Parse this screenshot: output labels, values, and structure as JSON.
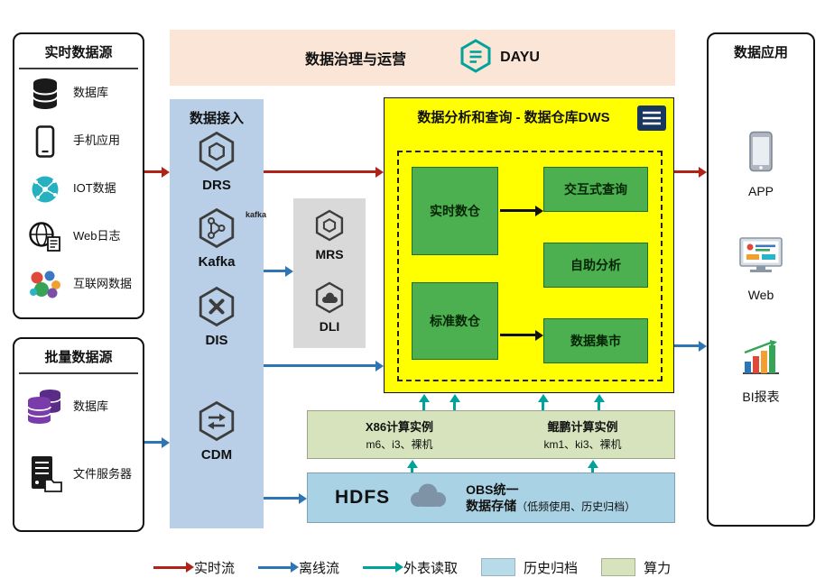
{
  "realtime_sources": {
    "title": "实时数据源",
    "items": [
      {
        "label": "数据库",
        "icon": "database-icon"
      },
      {
        "label": "手机应用",
        "icon": "phone-icon"
      },
      {
        "label": "IOT数据",
        "icon": "iot-icon"
      },
      {
        "label": "Web日志",
        "icon": "web-log-icon"
      },
      {
        "label": "互联网数据",
        "icon": "internet-data-icon"
      }
    ]
  },
  "batch_sources": {
    "title": "批量数据源",
    "items": [
      {
        "label": "数据库",
        "icon": "database-purple-icon"
      },
      {
        "label": "文件服务器",
        "icon": "file-server-icon"
      }
    ]
  },
  "governance": {
    "title": "数据治理与运营",
    "product": "DAYU"
  },
  "ingestion": {
    "title": "数据接入",
    "items": [
      {
        "label": "DRS",
        "icon": "drs-hexagon-icon"
      },
      {
        "label": "Kafka",
        "icon": "kafka-hexagon-icon",
        "badge": "kafka"
      },
      {
        "label": "DIS",
        "icon": "dis-hexagon-icon"
      },
      {
        "label": "CDM",
        "icon": "cdm-hexagon-icon"
      }
    ]
  },
  "processing": {
    "items": [
      {
        "label": "MRS",
        "icon": "mrs-hexagon-icon"
      },
      {
        "label": "DLI",
        "icon": "dli-hexagon-icon"
      }
    ]
  },
  "dws": {
    "title": "数据分析和查询 - 数据仓库DWS",
    "warehouses": [
      {
        "label": "实时数仓"
      },
      {
        "label": "标准数仓"
      }
    ],
    "services": [
      {
        "label": "交互式查询"
      },
      {
        "label": "自助分析"
      },
      {
        "label": "数据集市"
      }
    ]
  },
  "compute": {
    "groups": [
      {
        "title": "X86计算实例",
        "subtitle": "m6、i3、裸机"
      },
      {
        "title": "鲲鹏计算实例",
        "subtitle": "km1、ki3、裸机"
      }
    ]
  },
  "storage": {
    "hdfs": "HDFS",
    "obs_line1": "OBS统一",
    "obs_line2": "数据存储",
    "obs_note": "（低频使用、历史归档）"
  },
  "applications": {
    "title": "数据应用",
    "items": [
      {
        "label": "APP",
        "icon": "app-icon"
      },
      {
        "label": "Web",
        "icon": "web-monitor-icon"
      },
      {
        "label": "BI报表",
        "icon": "bi-report-icon"
      }
    ]
  },
  "legend": {
    "items": [
      {
        "label": "实时流",
        "swatch": "arrow",
        "color": "#b02318"
      },
      {
        "label": "离线流",
        "swatch": "arrow",
        "color": "#2e75b6"
      },
      {
        "label": "外表读取",
        "swatch": "arrow",
        "color": "#00a39a"
      },
      {
        "label": "历史归档",
        "swatch": "box",
        "color": "#b7dbe9"
      },
      {
        "label": "算力",
        "swatch": "box",
        "color": "#d6e3bc"
      }
    ]
  },
  "colors": {
    "realtime_flow": "#b02318",
    "offline_flow": "#2e75b6",
    "external_read": "#00a39a",
    "history_archive": "#b7dbe9",
    "compute_power": "#d6e3bc",
    "dws_highlight": "#ffff00",
    "green_module": "#4caf50"
  }
}
